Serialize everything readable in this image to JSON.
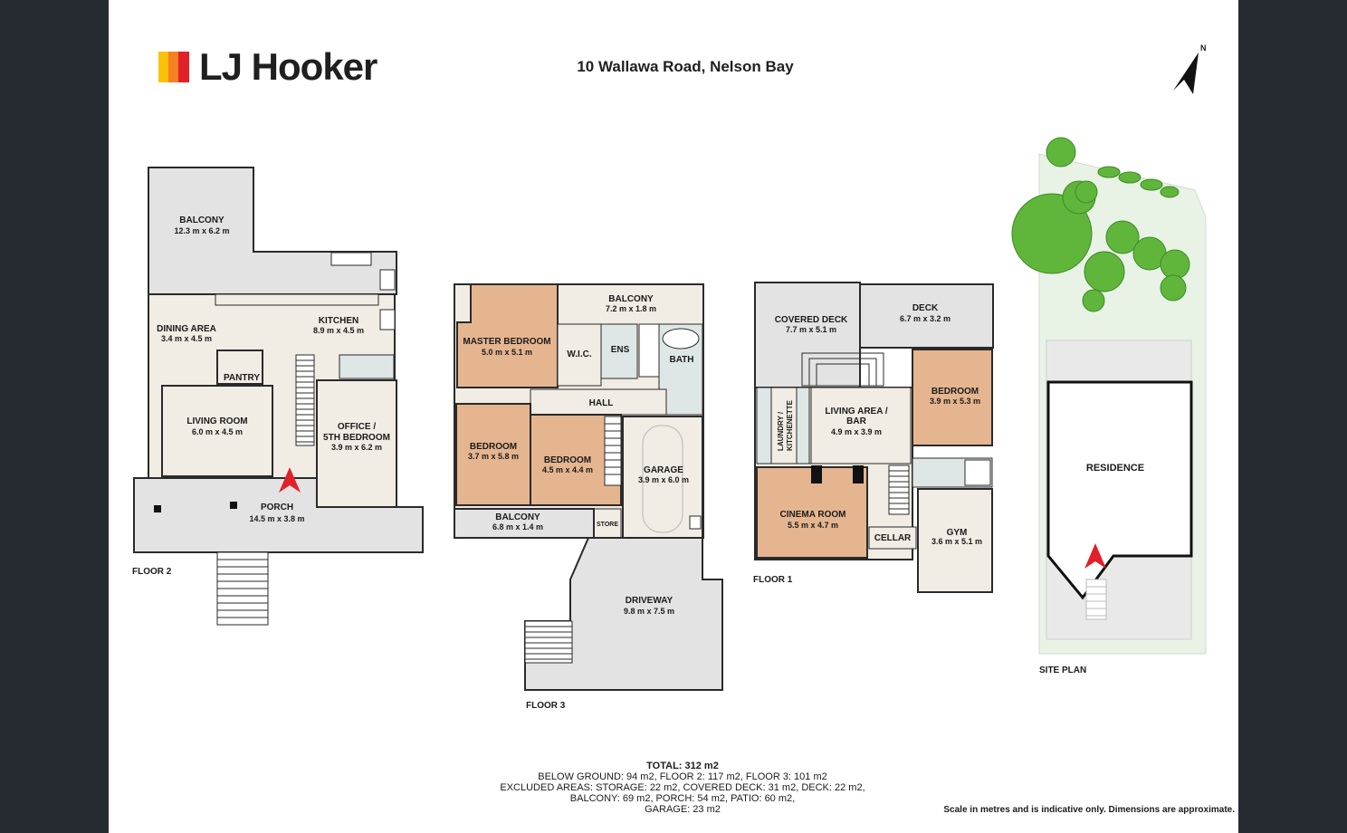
{
  "brand": {
    "name": "LJ Hooker",
    "bar_colors": [
      "#fcc10a",
      "#f58220",
      "#e2202a"
    ]
  },
  "address": "10 Wallawa Road, Nelson Bay",
  "compass_label": "N",
  "floors": {
    "floor2": {
      "title": "FLOOR 2",
      "rooms": {
        "balcony": {
          "name": "BALCONY",
          "size": "12.3 m x 6.2 m"
        },
        "dining": {
          "name": "DINING AREA",
          "size": "3.4 m x 4.5 m"
        },
        "kitchen": {
          "name": "KITCHEN",
          "size": "8.9 m x 4.5 m"
        },
        "pantry": {
          "name": "PANTRY"
        },
        "living": {
          "name": "LIVING ROOM",
          "size": "6.0 m x 4.5 m"
        },
        "office_l1": "OFFICE /",
        "office_l2": "5TH BEDROOM",
        "office_size": "3.9 m x 6.2 m",
        "porch": {
          "name": "PORCH",
          "size": "14.5 m x 3.8 m"
        }
      }
    },
    "floor3": {
      "title": "FLOOR 3",
      "rooms": {
        "balcony_top": {
          "name": "BALCONY",
          "size": "7.2 m x 1.8 m"
        },
        "master": {
          "name": "MASTER BEDROOM",
          "size": "5.0 m x 5.1 m"
        },
        "wic": {
          "name": "W.I.C."
        },
        "ens": {
          "name": "ENS"
        },
        "bath": {
          "name": "BATH"
        },
        "hall": {
          "name": "HALL"
        },
        "bed1": {
          "name": "BEDROOM",
          "size": "3.7 m x 5.8 m"
        },
        "bed2": {
          "name": "BEDROOM",
          "size": "4.5 m x 4.4 m"
        },
        "garage": {
          "name": "GARAGE",
          "size": "3.9 m x 6.0 m"
        },
        "balcony_bottom": {
          "name": "BALCONY",
          "size": "6.8 m x 1.4 m"
        },
        "store": {
          "name": "STORE"
        },
        "driveway": {
          "name": "DRIVEWAY",
          "size": "9.8 m x 7.5 m"
        }
      }
    },
    "floor1": {
      "title": "FLOOR 1",
      "rooms": {
        "covered_deck": {
          "name": "COVERED DECK",
          "size": "7.7 m x 5.1 m"
        },
        "deck": {
          "name": "DECK",
          "size": "6.7 m x 3.2 m"
        },
        "laundry_l1": "LAUNDRY /",
        "laundry_l2": "KITCHENETTE",
        "living_l1": "LIVING AREA /",
        "living_l2": "BAR",
        "living_size": "4.9 m x 3.9 m",
        "bedroom": {
          "name": "BEDROOM",
          "size": "3.9 m x 5.3 m"
        },
        "cinema": {
          "name": "CINEMA ROOM",
          "size": "5.5 m x 4.7 m"
        },
        "cellar": {
          "name": "CELLAR"
        },
        "gym": {
          "name": "GYM",
          "size": "3.6 m x 5.1 m"
        }
      }
    },
    "site": {
      "title": "SITE PLAN",
      "residence": "RESIDENCE"
    }
  },
  "summary": {
    "total": "TOTAL: 312 m2",
    "line1": "BELOW GROUND: 94 m2, FLOOR 2: 117 m2, FLOOR 3: 101 m2",
    "line2": "EXCLUDED AREAS: STORAGE: 22 m2, COVERED DECK: 31 m2, DECK: 22 m2,",
    "line3": "BALCONY: 69 m2, PORCH: 54 m2, PATIO: 60 m2,",
    "line4": "GARAGE: 23 m2"
  },
  "disclaimer": "Scale in metres and is indicative only. Dimensions are approximate.",
  "colors": {
    "outdoor": "#e3e3e3",
    "indoor": "#f1ece4",
    "bedroom": "#e5b590",
    "tile": "#dfe6e6",
    "wall": "#2a2a2a",
    "marker": "#e2202a",
    "tree": "#5fb63b",
    "lawn": "#e8f3e6"
  }
}
